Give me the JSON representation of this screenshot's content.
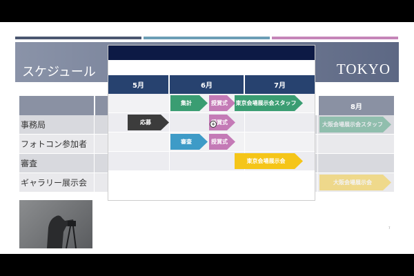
{
  "slide": {
    "title": "スケジュール",
    "subtitle": "TOKYO"
  },
  "schedule": {
    "months": [
      "5月",
      "6月",
      "7月",
      "8月"
    ],
    "rows": [
      {
        "label": "事務局"
      },
      {
        "label": "フォトコン参加者"
      },
      {
        "label": "審査"
      },
      {
        "label": "ギャラリー展示会"
      }
    ],
    "tasks": {
      "shukei": "集計",
      "happyo1": "授賞式",
      "tokyo_staff": "東京会場展示会スタッフ",
      "osaka_staff": "大阪会場展示会スタッフ",
      "oubo": "応募",
      "happyo2": "授賞式",
      "shinsa": "審査",
      "happyo3": "授賞式",
      "tokyo_show": "東京会場展示会",
      "osaka_show": "大阪会場展示会"
    }
  },
  "page_number": "7",
  "cursor": {
    "icon": "plus-cursor-icon"
  },
  "colors": {
    "header_month": "#27426f",
    "arrow_green": "#3a9d72",
    "arrow_pink": "#c47ab6",
    "arrow_blue": "#3e9bc7",
    "arrow_black": "#3c3c3c",
    "arrow_yellow": "#f5c518"
  }
}
